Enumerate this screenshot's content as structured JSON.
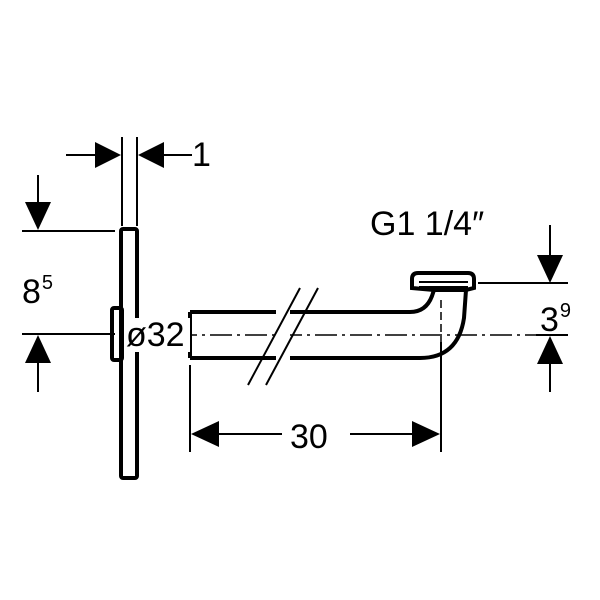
{
  "labels": {
    "top_dimension": "1",
    "left_dimension_main": "8",
    "left_dimension_sup": "5",
    "diameter": "ø32",
    "thread": "G1 1/4″",
    "right_dimension_main": "3",
    "right_dimension_sup": "9",
    "length": "30"
  },
  "colors": {
    "line": "#000000",
    "background": "#ffffff"
  }
}
